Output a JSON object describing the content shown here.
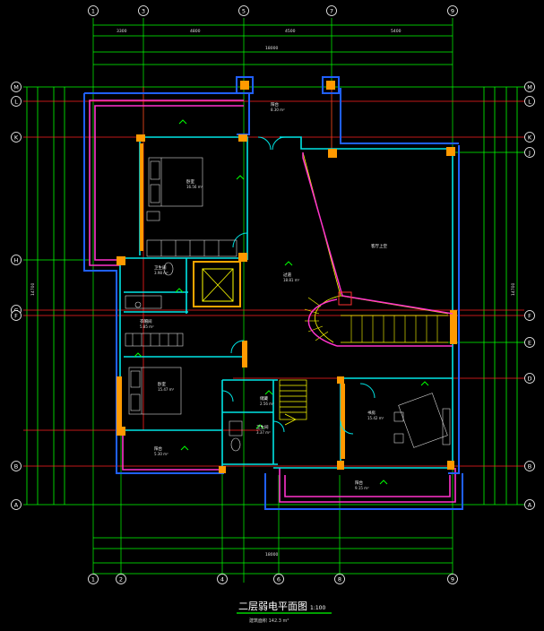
{
  "drawing": {
    "title": "二层弱电平面图",
    "title_scale": "1:100",
    "subtitle": "建筑面积 142.3 m²"
  },
  "grid_axes": {
    "top": [
      "1",
      "3",
      "5",
      "7",
      "9"
    ],
    "bottom": [
      "1",
      "2",
      "4",
      "6",
      "8",
      "9"
    ],
    "left": [
      "M",
      "L",
      "K",
      "H",
      "G",
      "F",
      "B",
      "A"
    ],
    "right": [
      "M",
      "L",
      "K",
      "J",
      "F",
      "E",
      "D",
      "B",
      "A"
    ]
  },
  "rooms": [
    {
      "id": "balcony-top",
      "name": "阳台",
      "area": "8.30 m²"
    },
    {
      "id": "bedroom-1",
      "name": "卧室",
      "area": "16.56 m²"
    },
    {
      "id": "bath-1",
      "name": "卫生间",
      "area": "3.98 m²"
    },
    {
      "id": "lobby",
      "name": "过道",
      "area": "18.81 m²"
    },
    {
      "id": "living-void",
      "name": "客厅上空",
      "area": ""
    },
    {
      "id": "dressing",
      "name": "衣帽间",
      "area": "5.85 m²"
    },
    {
      "id": "bedroom-2",
      "name": "卧室",
      "area": "15.47 m²"
    },
    {
      "id": "storage",
      "name": "储藏",
      "area": "2.56 m²"
    },
    {
      "id": "bath-2",
      "name": "卫生间",
      "area": "3.37 m²"
    },
    {
      "id": "study",
      "name": "书房",
      "area": "15.42 m²"
    },
    {
      "id": "balcony-bottom-left",
      "name": "阳台",
      "area": "5.30 m²"
    },
    {
      "id": "balcony-bottom-right",
      "name": "阳台",
      "area": "9.15 m²"
    }
  ],
  "colors": {
    "background": "#000000",
    "grid": "#00ff00",
    "axis_line": "#ff0000",
    "wall_outer": "#2060ff",
    "wall_inner": "#00e5e5",
    "balcony": "#ff33cc",
    "column": "#ffa500",
    "stair": "#ffff00"
  }
}
